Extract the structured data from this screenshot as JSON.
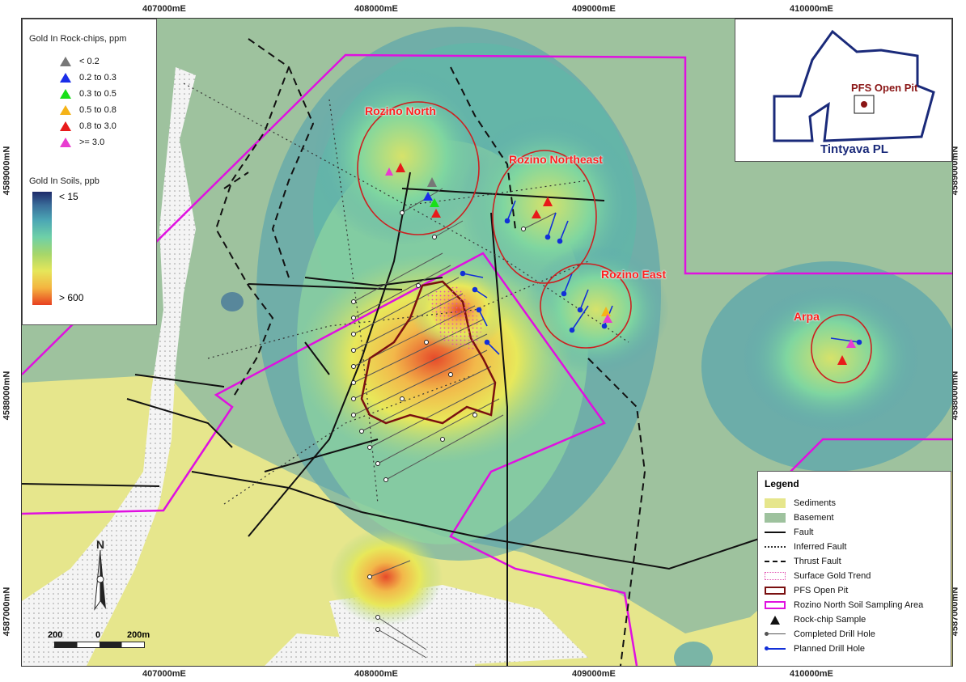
{
  "axes": {
    "x_ticks": [
      "407000mE",
      "408000mE",
      "409000mE",
      "410000mE"
    ],
    "y_ticks": [
      "4589000mN",
      "4588000mN",
      "4587000mN"
    ]
  },
  "rockchip_legend": {
    "title": "Gold In Rock-chips, ppm",
    "items": [
      {
        "label": "< 0.2",
        "color": "#777777"
      },
      {
        "label": "0.2 to 0.3",
        "color": "#1a2ee8"
      },
      {
        "label": "0.3 to 0.5",
        "color": "#19e019"
      },
      {
        "label": "0.5 to 0.8",
        "color": "#f5b318"
      },
      {
        "label": "0.8 to 3.0",
        "color": "#e81a1a"
      },
      {
        "label": ">= 3.0",
        "color": "#e83cd0"
      }
    ]
  },
  "soil_legend": {
    "title": "Gold In Soils, ppb",
    "low": "< 15",
    "high": "> 600"
  },
  "inset": {
    "pit_label": "PFS Open Pit",
    "licence_label": "Tintyava PL"
  },
  "targets": [
    "Rozino North",
    "Rozino Northeast",
    "Rozino East",
    "Arpa"
  ],
  "legend": {
    "title": "Legend",
    "items": [
      {
        "label": "Sediments",
        "kind": "fill",
        "color": "#e6e68c"
      },
      {
        "label": "Basement",
        "kind": "fill",
        "color": "#9ec29e"
      },
      {
        "label": "Fault",
        "kind": "solid"
      },
      {
        "label": "Inferred Fault",
        "kind": "dotted"
      },
      {
        "label": "Thrust Fault",
        "kind": "dashed"
      },
      {
        "label": "Surface Gold Trend",
        "kind": "pink-dotted"
      },
      {
        "label": "PFS Open Pit",
        "kind": "pit"
      },
      {
        "label": "Rozino North Soil Sampling Area",
        "kind": "magenta"
      },
      {
        "label": "Rock-chip Sample",
        "kind": "triangle"
      },
      {
        "label": "Completed Drill Hole",
        "kind": "drill-gray"
      },
      {
        "label": "Planned Drill Hole",
        "kind": "drill-blue"
      }
    ]
  },
  "scale": {
    "left": "200",
    "mid": "0",
    "right": "200m"
  },
  "north": "N"
}
